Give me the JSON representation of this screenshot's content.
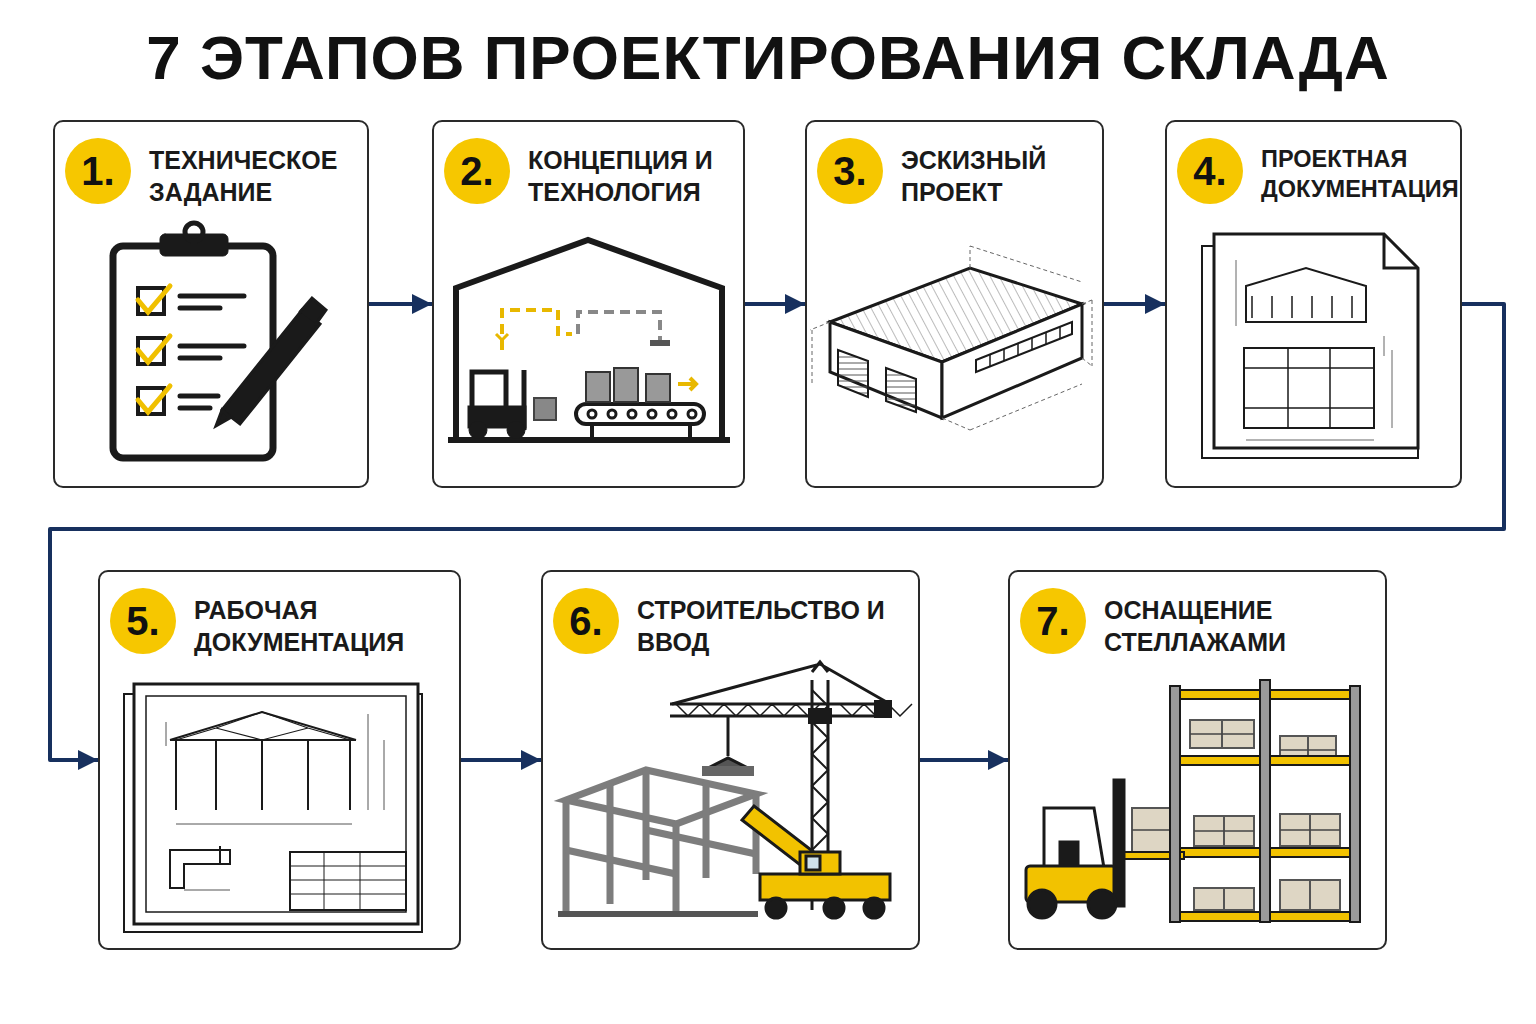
{
  "diagram": {
    "title": "7 ЭТАПОВ ПРОЕКТИРОВАНИЯ СКЛАДА",
    "nodes": [
      {
        "text": [
          "ТЕХНИЧЕСКОЕ ЗАДАНИЕ"
        ]
      },
      {
        "text": [
          "1."
        ],
        "in": 0
      },
      {
        "text": [
          "КОНЦЕПЦИЯ И ТЕХНОЛОГИЯ"
        ]
      },
      {
        "text": [
          "2."
        ],
        "in": 2
      },
      {
        "text": [
          "ЭСКИЗНЫЙ ПРОЕКТ"
        ]
      },
      {
        "text": [
          "3."
        ],
        "in": 4
      },
      {
        "text": [
          "ПРОЕКТНАЯ ДОКУМЕНТАЦИЯ"
        ]
      },
      {
        "text": [
          "4."
        ],
        "in": 6
      },
      {
        "text": [
          "РАБОЧАЯ ДОКУМЕНТАЦИЯ"
        ]
      },
      {
        "text": [
          "5."
        ],
        "in": 8
      },
      {
        "text": [
          "СТРОИТЕЛЬСТВО И ВВОД"
        ]
      },
      {
        "text": [
          "6."
        ],
        "in": 10
      },
      {
        "text": [
          "ОСНАЩЕНИЕ СТЕЛЛАЖАМИ"
        ]
      },
      {
        "text": [
          "7."
        ],
        "in": 12
      }
    ],
    "edges": [
      {
        "from": 0,
        "to": 2,
        "arrow": "to"
      },
      {
        "from": 2,
        "to": 4,
        "arrow": "to"
      },
      {
        "from": 4,
        "to": 6,
        "arrow": "to"
      },
      {
        "from": 6,
        "to": 8,
        "arrow": "to"
      },
      {
        "from": 8,
        "to": 10,
        "arrow": "to"
      },
      {
        "from": 10,
        "to": 12,
        "arrow": "to"
      }
    ]
  }
}
